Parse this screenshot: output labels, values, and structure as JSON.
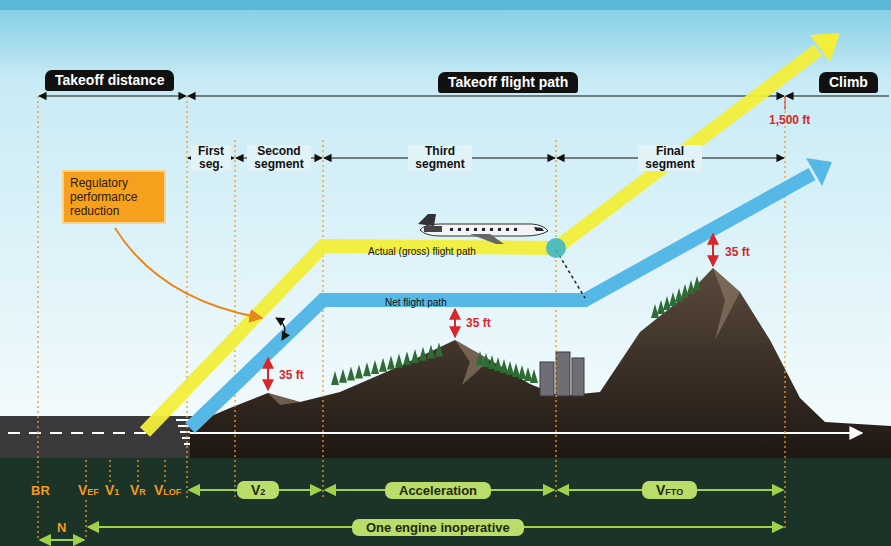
{
  "diagram": {
    "nodes": [
      {
        "text": [
          "Takeoff distance"
        ]
      },
      {
        "text": [
          "Takeoff flight path"
        ]
      },
      {
        "text": [
          "Climb"
        ]
      },
      {
        "text": [
          "Regulatory performance reduction"
        ]
      },
      {
        "text": [
          "V2"
        ]
      },
      {
        "text": [
          "Acceleration"
        ]
      },
      {
        "text": [
          "VFTO"
        ]
      },
      {
        "text": [
          "One engine inoperative"
        ]
      }
    ],
    "labels": [
      "1,500 ft",
      "First seg.",
      "Second segment",
      "Third segment",
      "Final segment",
      "Actual (gross) flight path",
      "Net flight path",
      "35 ft",
      "35 ft",
      "35 ft",
      "BR",
      "VEF",
      "V1",
      "VR",
      "VLOF",
      "N"
    ]
  }
}
